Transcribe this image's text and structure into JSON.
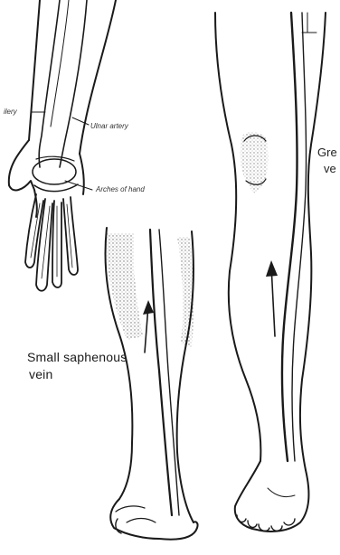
{
  "labels": {
    "radial_artery": "ilery",
    "ulnar_artery": "Ulnar artery",
    "arches_of_hand": "Arches of hand",
    "small_saphenous_line1": "Small saphenous",
    "small_saphenous_line2": "vein",
    "great_saphenous_line1": "Gre",
    "great_saphenous_line2": "ve"
  },
  "colors": {
    "ink": "#1a1a1a",
    "shade": "#8a8a8a",
    "background": "#ffffff"
  }
}
